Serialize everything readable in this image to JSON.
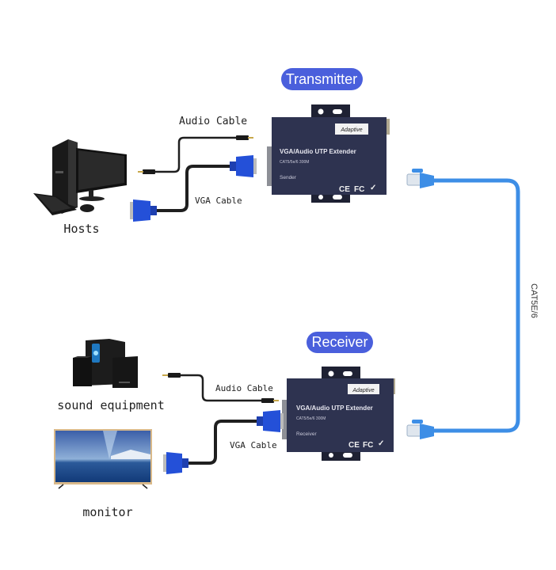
{
  "colors": {
    "pill": "#4a5fdc",
    "device_body": "#2e3350",
    "cat_cable": "#3d8ee6",
    "vga_connector": "#2450d8",
    "black_cable": "#1f1f1f"
  },
  "transmitter": {
    "pill_label": "Transmitter",
    "badge": "Adaptive",
    "title": "VGA/Audio UTP Extender",
    "subtitle": "CAT5/5e/6 300M",
    "role": "Sender",
    "certs": [
      "CE",
      "FC",
      "✓"
    ]
  },
  "receiver": {
    "pill_label": "Receiver",
    "badge": "Adaptive",
    "title": "VGA/Audio UTP Extender",
    "subtitle": "CAT5/5e/6 300M",
    "role": "Receiver",
    "certs": [
      "CE",
      "FC",
      "✓"
    ]
  },
  "hosts": {
    "label": "Hosts",
    "icon": "desktop-computer-icon"
  },
  "sound": {
    "label": "sound equipment",
    "icon": "speaker-system-icon"
  },
  "monitor": {
    "label": "monitor",
    "icon": "tv-monitor-icon"
  },
  "cables": {
    "top_audio": "Audio Cable",
    "top_vga": "VGA Cable",
    "bottom_audio": "Audio Cable",
    "bottom_vga": "VGA Cable",
    "network": "CAT5E/6"
  }
}
